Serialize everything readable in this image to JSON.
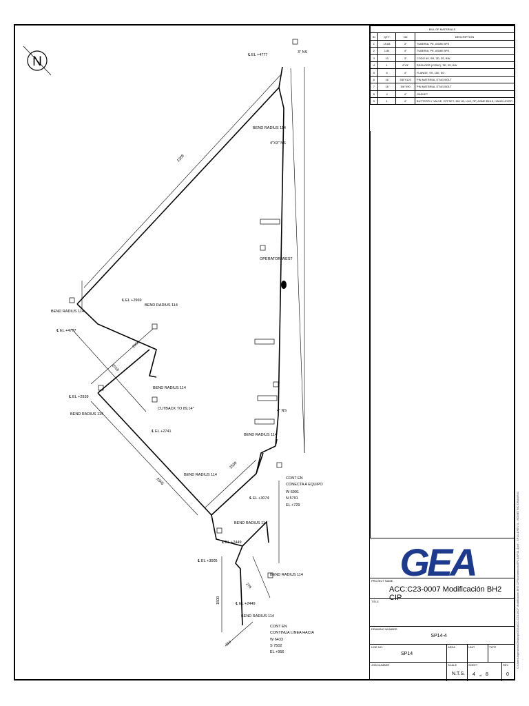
{
  "north_label": "N",
  "bom": {
    "title": "BILL OF MATERIALS",
    "headers": [
      "ID",
      "QTY",
      "ND",
      "DESCRIPTION"
    ],
    "rows": [
      [
        "1",
        "19.84",
        "3\"",
        "TUBERIA, PE, ASME BPE"
      ],
      [
        "2",
        "1.84",
        "4\"",
        "TUBERIA, PE, ASME BPE"
      ],
      [
        "3",
        "10",
        "3\"",
        "CODO 90, SR, 3D, 3S, BW"
      ],
      [
        "4",
        "1",
        "4\"X3\"",
        "REDUCER (CONC), 3D, 3S, BW"
      ],
      [
        "5",
        "6",
        "4\"",
        "FLANGE, SS, 150, SO"
      ],
      [
        "6",
        "16",
        "5/8\"X120",
        "PIN MATERIAL STUD BOLT"
      ],
      [
        "7",
        "16",
        "5/8\"X90",
        "PIN MATERIAL STUD BOLT"
      ],
      [
        "8",
        "4",
        "4\"",
        "GASKET"
      ],
      [
        "9",
        "1",
        "4\"",
        "BUTTERFLY VALVE, OFFSET, 150 LB, LUG, RF, ASME B16.5, HAND LEVER"
      ]
    ]
  },
  "titleblock": {
    "logo_text": "GEA",
    "project_label": "PROJECT NAME",
    "project_value": "ACC:C23-0007 Modificación BH2 CIP",
    "title_label": "TITLE",
    "title_value": "",
    "drawing_label": "DRAWING NUMBER",
    "drawing_value": "SP14-4",
    "line_label": "LINE NO.",
    "line_value": "SP14",
    "area_label": "AREA",
    "unit_label": "UNIT",
    "type_label": "TYPE",
    "job_label": "JOB NUMBER",
    "scale_label": "SCALE",
    "scale_value": "N.T.S.",
    "sheet_label": "SHEET",
    "sheet_value": "4",
    "sheet_of": "of",
    "sheet_total": "8",
    "rev_label": "REV",
    "rev_value": "0"
  },
  "annotations": {
    "el_4777_top": "℄ EL +4777",
    "ns_3in": "3\" NS",
    "bend_radius": "BEND RADIUS 114",
    "reducer_ns": "4\"X3\" NS",
    "operator_west": "OPERATOR WEST",
    "el_2969": "℄ EL +2969",
    "el_4777_left": "℄ EL +4777",
    "el_2939": "℄ EL +2939",
    "cutback": "CUTBACK TO 89,14°",
    "el_2741": "℄ EL +2741",
    "ns_4in": "4\" NS",
    "conn1_l1": "CONT EN",
    "conn1_l2": "CONECTA A EQUIPO",
    "conn1_w": "W 6991",
    "conn1_n": "N 5791",
    "conn1_el": "EL +729",
    "el_3074": "℄ EL +3074",
    "el_2449": "℄ EL +2449",
    "el_3005": "℄ EL +3005",
    "el_2449b": "℄ EL +2449",
    "conn2_l1": "CONT EN",
    "conn2_l2": "CONTINUA LINEA HACIA",
    "conn2_w": "W 6433",
    "conn2_s": "S 7502",
    "conn2_el": "EL +956",
    "dim_1288": "1288",
    "dim_2958": "2958",
    "dim_2018": "2018",
    "dim_8365": "8365",
    "dim_2509": "2509",
    "dim_1500": "1500",
    "dim_114": "114",
    "dim_276": "276"
  },
  "side_path": "C:\\Users\\Ingenieria\\Desktop\\GEA\\ACC-C23-0007 Modificacion BH2 CIP\\Isometricos\\SP14\\SP14-4.pcf - SP14-4 REV 0 - ISOMETRIC DRAWING"
}
